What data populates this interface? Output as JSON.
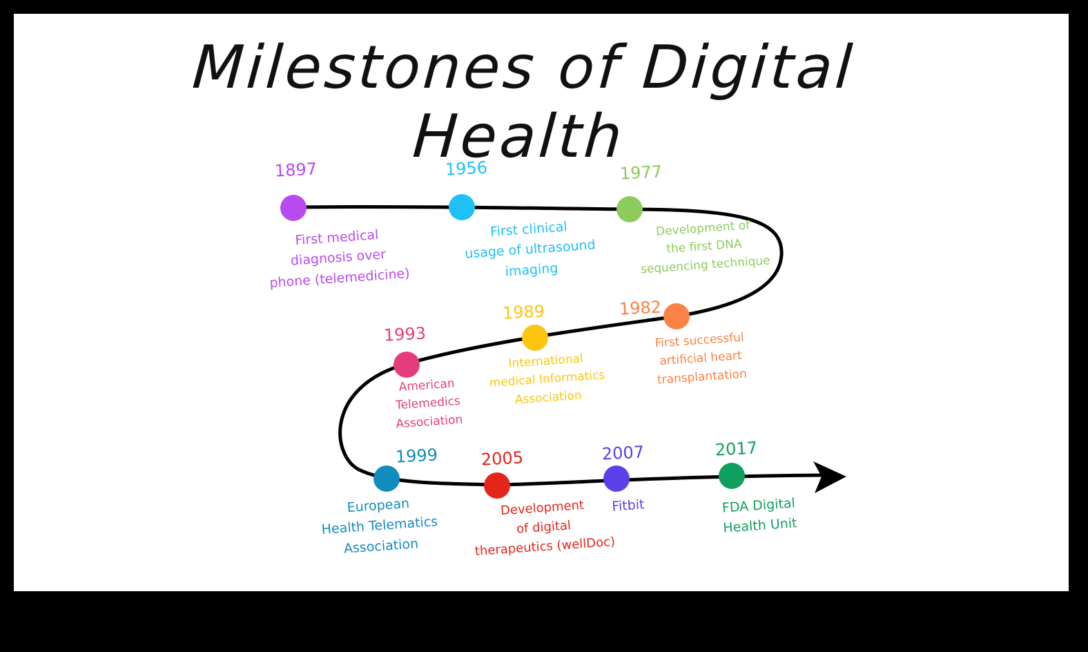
{
  "title": "Milestones of Digital Health",
  "milestones": [
    {
      "year": "1897",
      "label": "First medical\ndiagnosis over\nphone (telemedicine)",
      "color": "#b94af0"
    },
    {
      "year": "1956",
      "label": "First clinical\nusage of ultrasound\nimaging",
      "color": "#1ec0f5"
    },
    {
      "year": "1977",
      "label": "Development of\nthe first DNA\nsequencing technique",
      "color": "#8dcc5c"
    },
    {
      "year": "1982",
      "label": "First successful\nartificial heart\ntransplantation",
      "color": "#fc8144"
    },
    {
      "year": "1989",
      "label": "International\nmedical Informatics\nAssociation",
      "color": "#fdc50f"
    },
    {
      "year": "1993",
      "label": "American\nTelemedics\nAssociation",
      "color": "#e53d7b"
    },
    {
      "year": "1999",
      "label": "European\nHealth Telematics\nAssociation",
      "color": "#128bbd"
    },
    {
      "year": "2005",
      "label": "Development\nof digital\ntherapeutics (wellDoc)",
      "color": "#e4251a"
    },
    {
      "year": "2007",
      "label": "Fitbit",
      "color": "#5b3fe8"
    },
    {
      "year": "2017",
      "label": "FDA Digital\nHealth Unit",
      "color": "#0f9f5f"
    }
  ],
  "timeline": {
    "line_color": "#000000",
    "arrow_icon": "arrow-right-icon"
  }
}
